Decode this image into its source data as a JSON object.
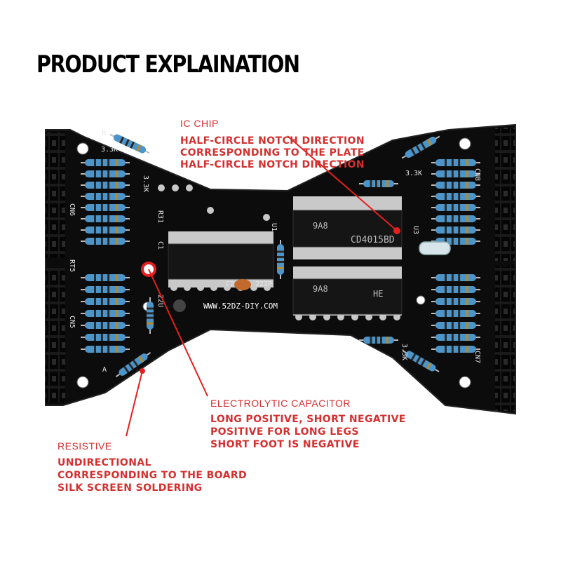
{
  "title": "PRODUCT EXPLAINATION",
  "ic_chip": {
    "heading": "IC CHIP",
    "lines": [
      "HALF-CIRCLE NOTCH DIRECTION",
      "CORRESPONDING TO THE PLATE",
      "HALF-CIRCLE NOTCH DIRECTION"
    ]
  },
  "capacitor": {
    "heading": "ELECTROLYTIC CAPACITOR",
    "lines": [
      "LONG POSITIVE, SHORT NEGATIVE",
      "POSITIVE FOR LONG LEGS",
      "SHORT FOOT IS NEGATIVE"
    ]
  },
  "resistor": {
    "heading": "RESISTIVE",
    "lines": [
      "UNDIRECTIONAL",
      "CORRESPONDING TO THE BOARD",
      "SILK SCREEN SOLDERING"
    ]
  },
  "silkscreen": {
    "website": "WWW.52DZ-DIY.COM",
    "chip1": "CD4015BD",
    "chip1_code": "9A8",
    "chip2": "HE",
    "chip2_code": "9A8",
    "labels": [
      "CN6",
      "CN5",
      "CN8",
      "CN7",
      "R31",
      "RT5",
      "U1",
      "U3",
      "C1",
      "C2",
      "222P",
      "22U",
      "3.3K",
      "3.3K",
      "3.3K",
      "3.3K",
      "A",
      "B"
    ]
  },
  "colors": {
    "accent": "#d4302f",
    "pcb": "#0c0c0c",
    "resistor_body": "#4d95c9"
  }
}
